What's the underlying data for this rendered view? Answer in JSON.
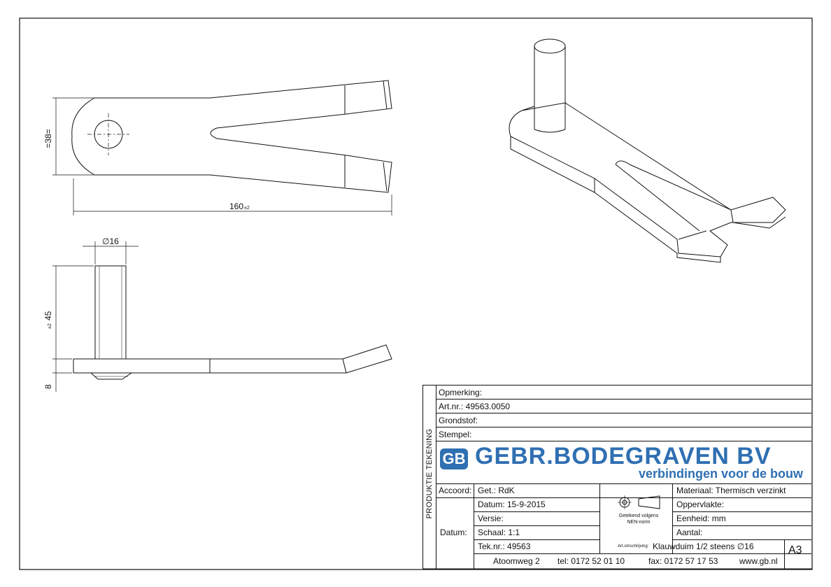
{
  "dimensions": {
    "width": "=38=",
    "length": "160",
    "length_tol": "±2",
    "diameter": "∅16",
    "height": "45",
    "height_tol": "±2",
    "thickness": "8"
  },
  "title_block": {
    "side_label": "PRODUKTIE TEKENING",
    "opmerking": "Opmerking:",
    "artnr": "Art.nr.:  49563.0050",
    "grondstof": "Grondstof:",
    "stempel": "Stempel:",
    "logo_mark": "GB",
    "company": "GEBR.BODEGRAVEN BV",
    "tagline": "verbindingen voor de bouw",
    "accoord": "Accoord:",
    "datum_label": "Datum:",
    "get": "Get.: RdK",
    "datum": "Datum: 15-9-2015",
    "versie": "Versie:",
    "schaal": "Schaal: 1:1",
    "teknr": "Tek.nr.: 49563",
    "norm_text_1": "Getekend volgens",
    "norm_text_2": "NEN-norm",
    "materiaal": "Materiaal: Thermisch verzinkt",
    "oppervlakte": "Oppervlakte:",
    "eenheid": "Eenheid: mm",
    "aantal": "Aantal:",
    "art_omschrijving_label": "Art.omschrijving:",
    "art_omschrijving": "Klauwduim 1/2 steens ∅16",
    "format": "A3",
    "address": "Atoomweg 2",
    "tel": "tel: 0172 52 01 10",
    "fax": "fax: 0172 57 17 53",
    "web": "www.gb.nl"
  }
}
